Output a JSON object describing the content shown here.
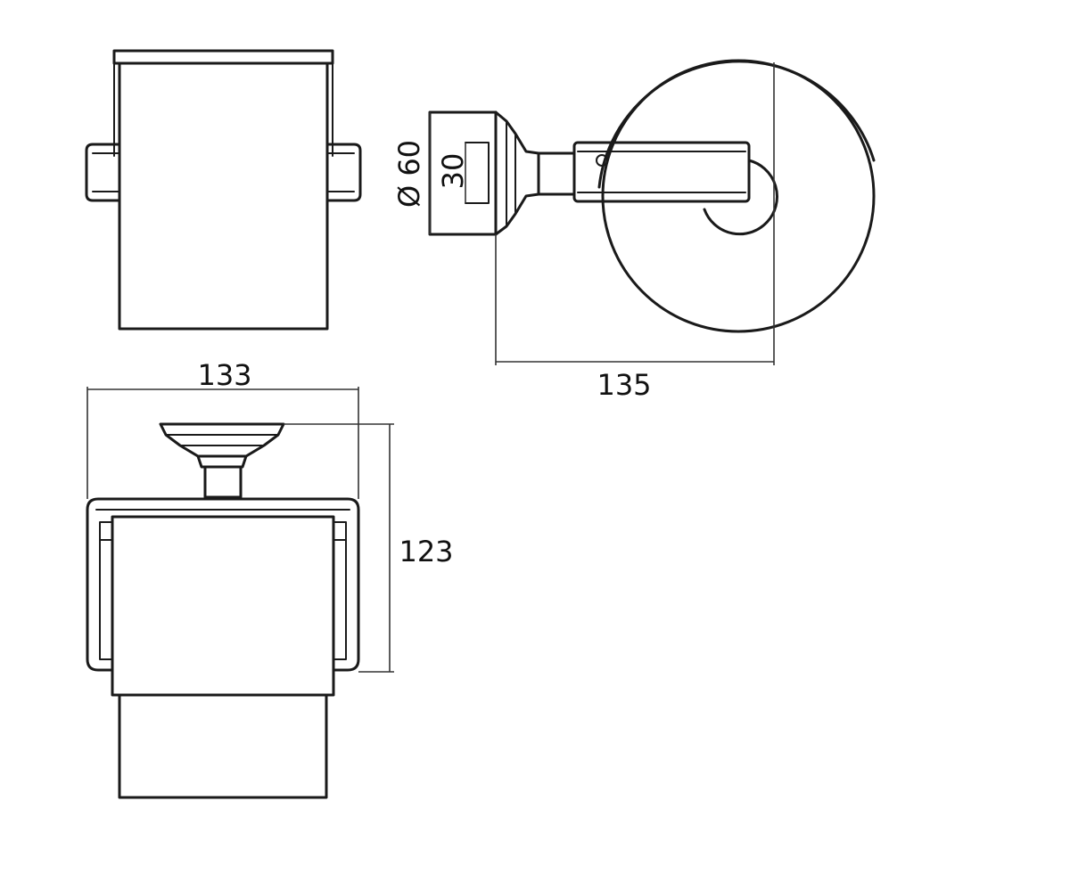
{
  "dimensions": {
    "width_top": "133",
    "depth": "135",
    "height": "123",
    "flange_diameter": "Ø 60",
    "inner_diameter": "30"
  },
  "colors": {
    "line": "#1a1a1a",
    "background": "#ffffff"
  }
}
